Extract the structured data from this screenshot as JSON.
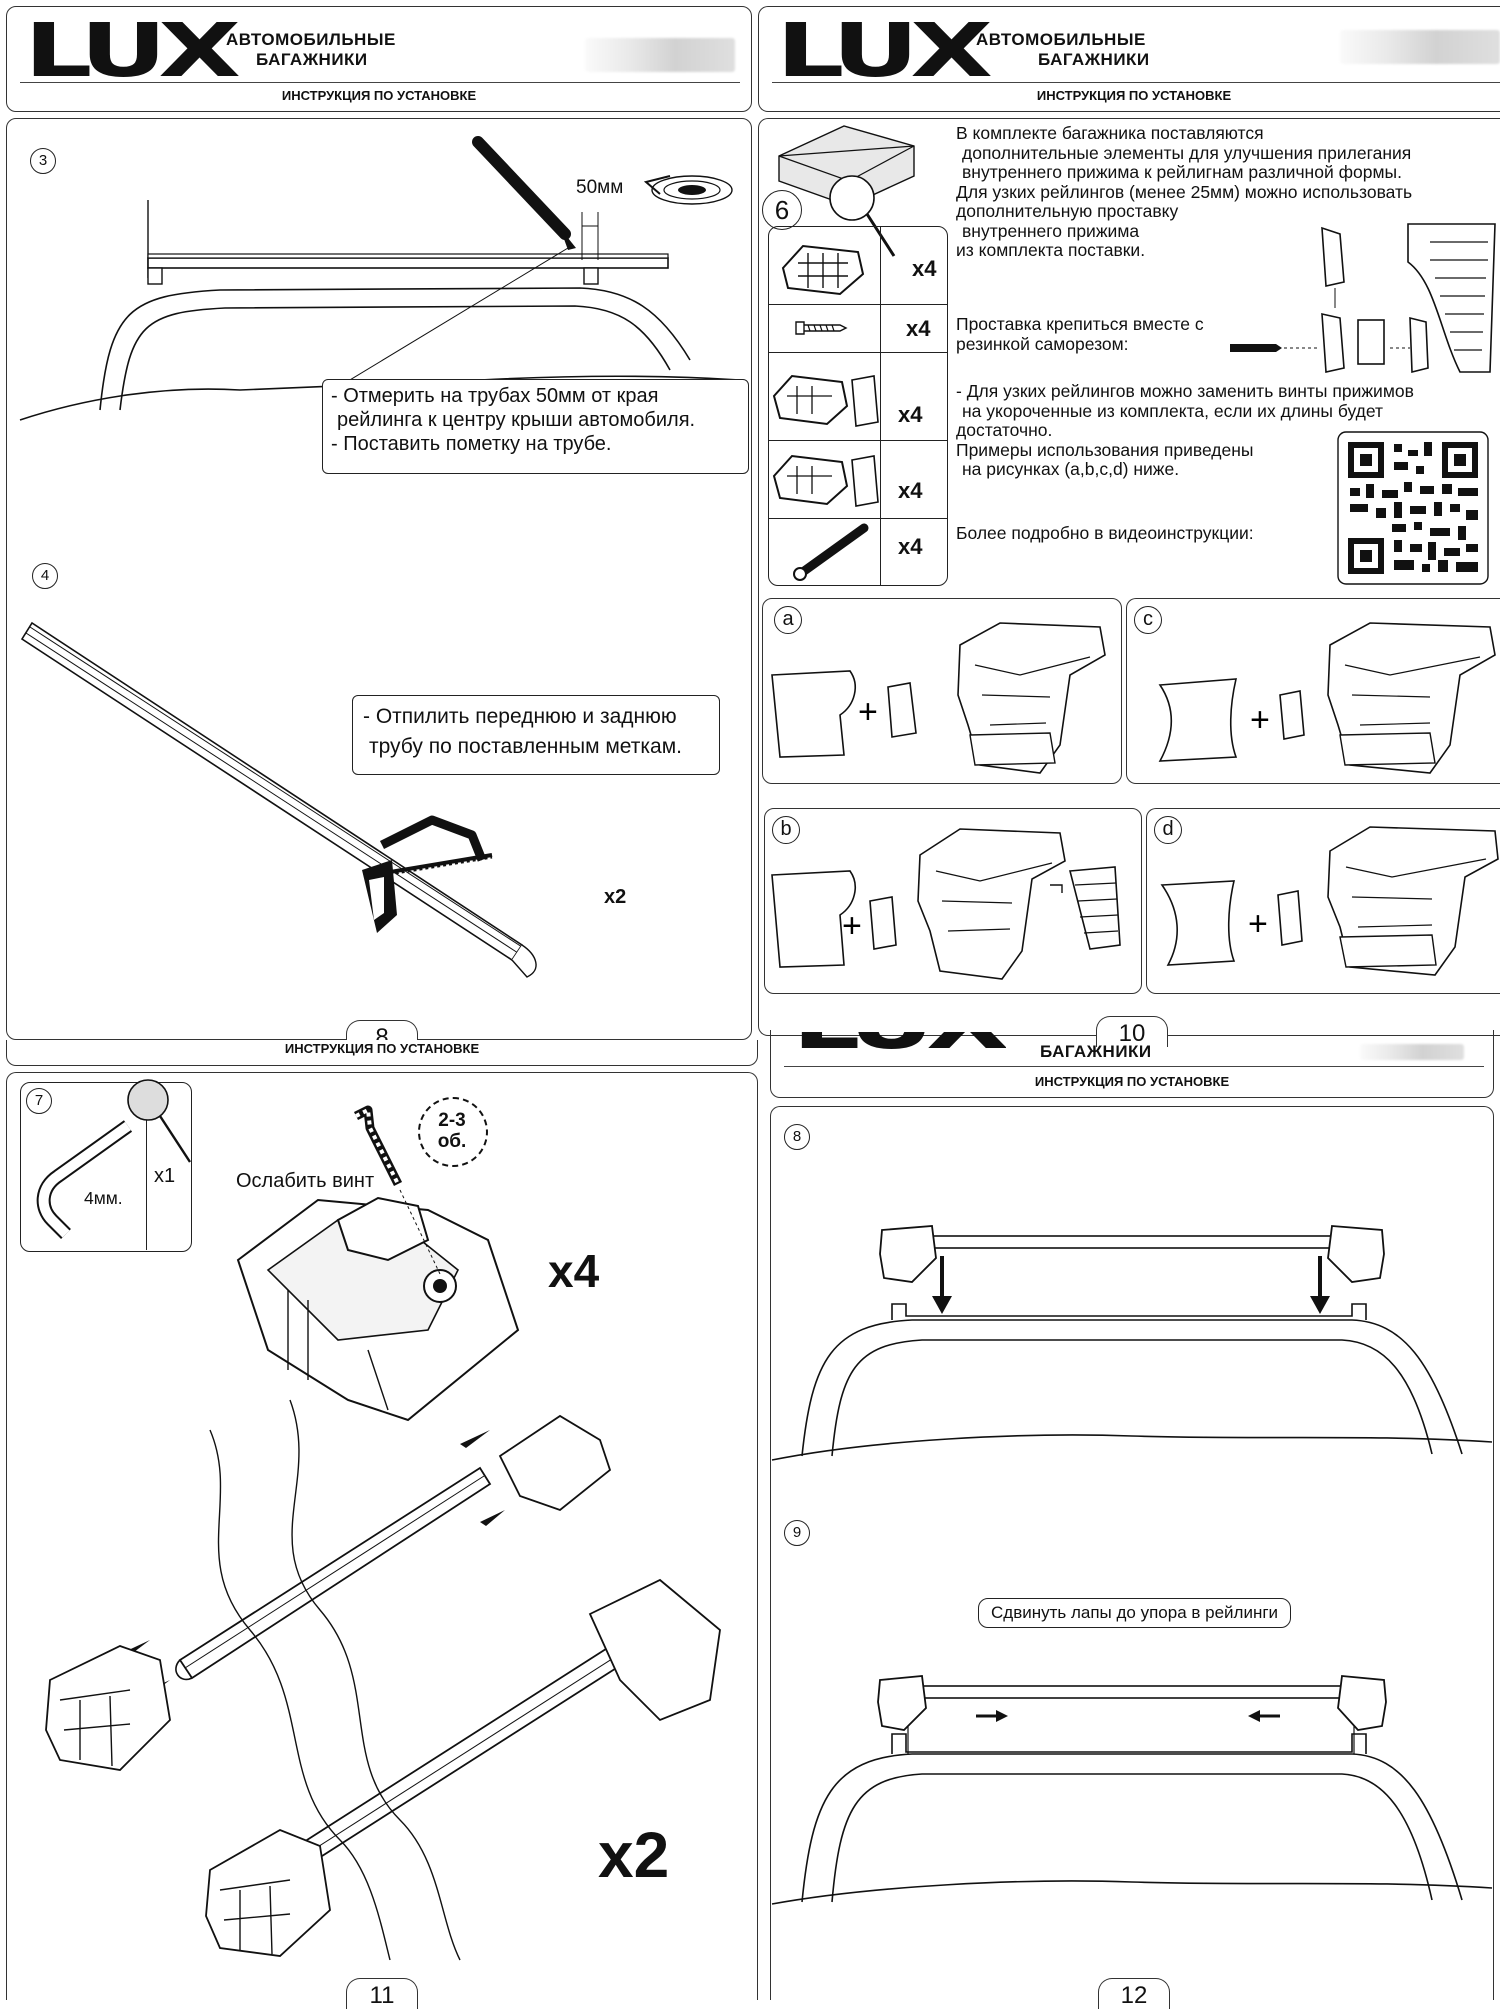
{
  "header": {
    "logo": "LUX",
    "brand_line1": "АВТОМОБИЛЬНЫЕ",
    "brand_line2": "БАГАЖНИКИ",
    "instruction_title": "ИНСТРУКЦИЯ ПО УСТАНОВКЕ"
  },
  "page8": {
    "page_number": "8",
    "step3": {
      "number": "3",
      "dimension": "50мм",
      "note_lines": [
        "- Отмерить на трубах 50мм от края",
        "рейлинга к центру крыши автомобиля.",
        "- Поставить пометку на трубе."
      ]
    },
    "step4": {
      "number": "4",
      "note_lines": [
        "- Отпилить переднюю и заднюю",
        "трубу по поставленным меткам."
      ],
      "qty": "x2"
    }
  },
  "page10": {
    "page_number": "10",
    "step6": {
      "number": "6",
      "intro_lines": [
        "В комплекте багажника поставляются",
        "дополнительные элементы для улучшения прилегания",
        "внутреннего прижима к рейлигнам различной формы.",
        "Для узких рейлингов (менее 25мм) можно использовать",
        "дополнительную проставку",
        "внутреннего прижима",
        "из комплекта поставки."
      ],
      "spacer_lines": [
        "Проставка крепиться вместе с",
        "резинкой саморезом:"
      ],
      "narrow_lines": [
        "- Для узких рейлингов можно заменить винты прижимов",
        "на укороченные из комплекта, если их длины будет",
        "достаточно.",
        "Примеры использования приведены",
        "на рисунках (a,b,c,d) ниже."
      ],
      "video_text": "Более подробно в видеоинструкции:",
      "parts_qty": [
        "x4",
        "x4",
        "x4",
        "x4",
        "x4"
      ]
    },
    "variants": [
      "a",
      "c",
      "b",
      "d"
    ]
  },
  "page11": {
    "page_number": "11",
    "step7": {
      "number": "7",
      "tool_size": "4мм.",
      "tool_qty": "x1",
      "loosen_label": "Ослабить винт",
      "turns_line1": "2-3",
      "turns_line2": "об.",
      "qty_feet": "x4",
      "qty_bars": "x2"
    }
  },
  "page12": {
    "page_number": "12",
    "step8": {
      "number": "8"
    },
    "step9": {
      "number": "9",
      "label": "Сдвинуть лапы до упора в рейлинги"
    }
  }
}
